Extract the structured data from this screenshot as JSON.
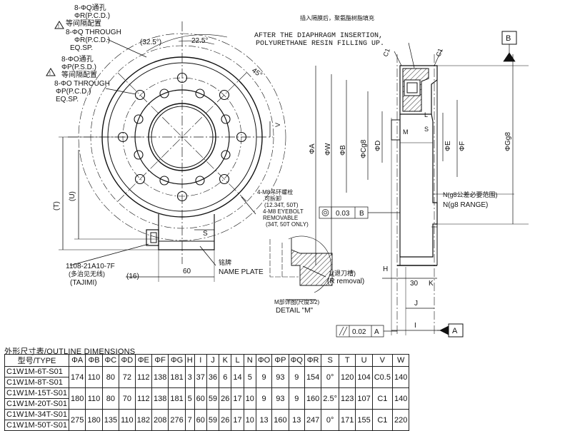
{
  "callouts": {
    "pcd_r_1": "8-ΦQ通孔",
    "pcd_r_2": "ΦR(P.C.D.)",
    "pcd_r_3": "等间隔配置",
    "pcd_r_4": "8-ΦQ THROUGH",
    "pcd_r_5": "ΦR(P.C.D.)",
    "pcd_r_6": "EQ.SP.",
    "pcd_p_1": "8-ΦO通孔",
    "pcd_p_2": "ΦP(P.S.D.)",
    "pcd_p_3": "等间隔配置",
    "pcd_p_4": "8-ΦO THROUGH",
    "pcd_p_5": "ΦP(P.C.D.)",
    "pcd_p_6": "EQ.SP.",
    "angle_a": "(32.5°)",
    "angle_b": "22.5°",
    "angle_c": "45°",
    "resin_cn": "插入隔膜后，聚氨酯树脂填充",
    "resin_1": "AFTER THE DIAPHRAGM INSERTION,",
    "resin_2": "POLYURETHANE RESIN FILLING UP.",
    "datum_b": "B",
    "datum_a": "A",
    "c1_a": "C1",
    "c1_b": "C1",
    "eyebolt_1": "4-M8吊环螺栓",
    "eyebolt_2": "可拆卸",
    "eyebolt_3": "(12.34T, 50T)",
    "eyebolt_4": "4-M8 EYEBOLT",
    "eyebolt_5": "REMOVABLE",
    "eyebolt_6": "(34T, 50T ONLY)",
    "flatness_val": "0.03",
    "flatness_ref": "B",
    "parallel_val": "0.02",
    "parallel_ref": "A",
    "ng8_cn": "N(g8公差必要范围)",
    "ng8_en": "N(g8 RANGE)",
    "connector_1": "1108-21A10-7F",
    "connector_2": "(多治见无线)",
    "connector_3": "(TAJIMI)",
    "nameplate_cn": "铭牌",
    "nameplate_en": "NAME PLATE",
    "relief_cn": "1(退刀槽)",
    "relief_en": "(R removal)",
    "detail_cn": "M部详图(尺度3/2)",
    "detail_en": "DETAIL \"M\"",
    "dim_16": "(16)",
    "dim_60": "60",
    "dim_30": "30",
    "dim_T": "(T)",
    "dim_U": "(U)",
    "dim_S1": "S",
    "dim_S2": "S",
    "dim_V": "V",
    "dim_L": "L",
    "dim_M": "M",
    "dim_H": "H",
    "dim_K": "K",
    "dim_J": "J",
    "dim_I": "I",
    "dim_phiA": "ΦA",
    "dim_phiW": "ΦW",
    "dim_phiB": "ΦB",
    "dim_phiCg8": "ΦCg8",
    "dim_phiD": "ΦD",
    "dim_phiE": "ΦE",
    "dim_phiF": "ΦF",
    "dim_phiGg8": "ΦGg8"
  },
  "table": {
    "title": "外形尺寸表/OUTLINE DIMENSIONS",
    "headers": [
      "型号/TYPE",
      "ΦA",
      "ΦB",
      "ΦC",
      "ΦD",
      "ΦE",
      "ΦF",
      "ΦG",
      "H",
      "I",
      "J",
      "K",
      "L",
      "N",
      "ΦO",
      "ΦP",
      "ΦQ",
      "ΦR",
      "S",
      "T",
      "U",
      "V",
      "W"
    ],
    "rows": [
      {
        "types": [
          "C1W1M-6T-S01",
          "C1W1M-8T-S01"
        ],
        "values": [
          "174",
          "110",
          "80",
          "72",
          "112",
          "138",
          "181",
          "3",
          "37",
          "36",
          "6",
          "14",
          "5",
          "9",
          "93",
          "9",
          "154",
          "0°",
          "120",
          "104",
          "C0.5",
          "140"
        ]
      },
      {
        "types": [
          "C1W1M-15T-S01",
          "C1W1M-20T-S01"
        ],
        "values": [
          "180",
          "110",
          "80",
          "70",
          "112",
          "138",
          "181",
          "5",
          "60",
          "59",
          "26",
          "17",
          "10",
          "9",
          "93",
          "9",
          "160",
          "2.5°",
          "123",
          "107",
          "C1",
          "140"
        ]
      },
      {
        "types": [
          "C1W1M-34T-S01",
          "C1W1M-50T-S01"
        ],
        "values": [
          "275",
          "180",
          "135",
          "110",
          "182",
          "208",
          "276",
          "7",
          "60",
          "59",
          "26",
          "17",
          "10",
          "13",
          "160",
          "13",
          "247",
          "0°",
          "171",
          "155",
          "C1",
          "220"
        ]
      }
    ]
  }
}
